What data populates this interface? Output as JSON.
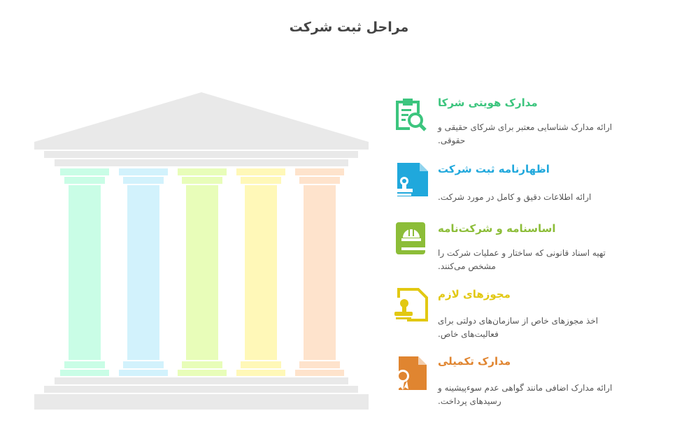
{
  "title": "مراحل ثبت شرکت",
  "pillar_colors": [
    "#c9fde6",
    "#d2f2fc",
    "#e8fdb9",
    "#fff8b8",
    "#fee3cc"
  ],
  "structure_color": "#e9e9e9",
  "items": [
    {
      "title": "مدارک هویتی شرکا",
      "description": "ارائه مدارک شناسایی معتبر برای شرکای حقیقی و حقوقی.",
      "color": "#3cc57e",
      "icon": "clipboard-search-icon"
    },
    {
      "title": "اظهارنامه ثبت شرکت",
      "description": "ارائه اطلاعات دقیق و کامل در مورد شرکت.",
      "color": "#20a8dc",
      "icon": "document-stamp-icon"
    },
    {
      "title": "اساسنامه و شرکت‌نامه",
      "description": "تهیه اسناد قانونی که ساختار و عملیات شرکت را مشخص می‌کنند.",
      "color": "#8cbd38",
      "icon": "book-helmet-icon"
    },
    {
      "title": "مجوزهای لازم",
      "description": "اخذ مجوزهای خاص از سازمان‌های دولتی برای فعالیت‌های خاص.",
      "color": "#e2c812",
      "icon": "document-stamp-outline-icon"
    },
    {
      "title": "مدارک تکمیلی",
      "description": "ارائه مدارک اضافی مانند گواهی عدم سوءپیشینه و رسیدهای پرداخت.",
      "color": "#e08530",
      "icon": "document-certificate-icon"
    }
  ]
}
